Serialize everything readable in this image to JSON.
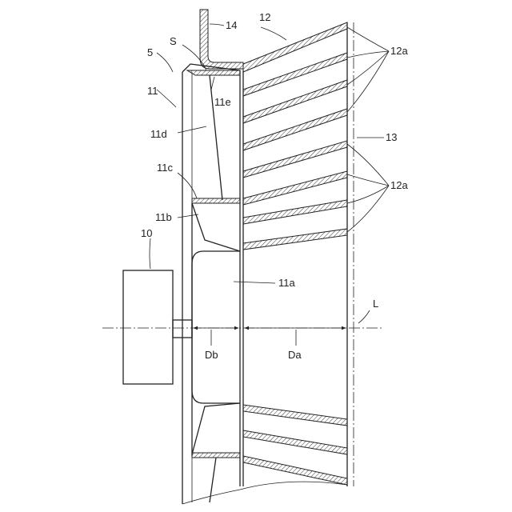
{
  "labels": {
    "l14": "14",
    "l12": "12",
    "lS": "S",
    "l5": "5",
    "l11e": "11e",
    "l11": "11",
    "l12a_top": "12a",
    "l11d": "11d",
    "l13": "13",
    "l11c": "11c",
    "l12a_mid": "12a",
    "l11b": "11b",
    "l10": "10",
    "l11a": "11a",
    "lL": "L",
    "lDb": "Db",
    "lDa": "Da"
  }
}
